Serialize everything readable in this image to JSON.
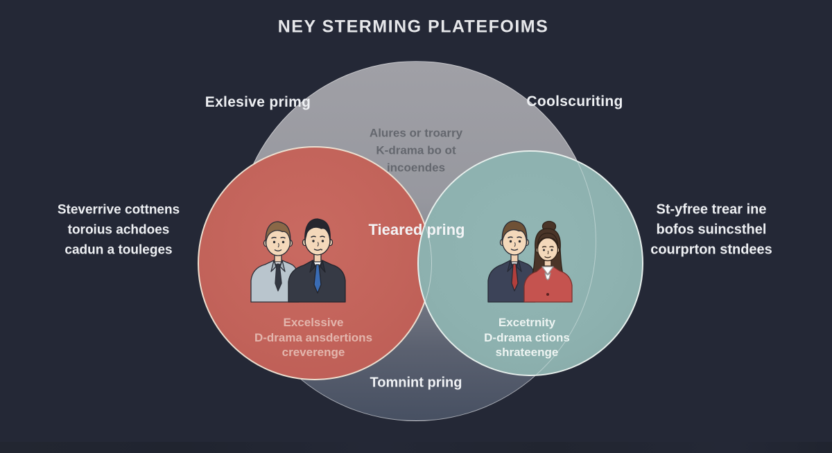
{
  "title": "NEY STERMING PLATEFOIMS",
  "colors": {
    "background": "#242836",
    "circle_gray_top": "#9b9ca2",
    "circle_gray_bottom": "#475062",
    "circle_red": "#c2635a",
    "circle_teal": "#8db1af",
    "text_light": "#eef0f3",
    "text_gray_dark": "#64676e",
    "text_red_muted": "#e3b6ad"
  },
  "labels": {
    "top_left": "Exlesive primg",
    "top_right": "Coolscuriting",
    "center_overlap": "Tieared pring",
    "bottom_overlap": "Tomnint pring"
  },
  "side_notes": {
    "left": [
      "Steverrive cottnens",
      "toroius achdoes",
      "cadun a touleges"
    ],
    "right": [
      "St-yfree trear ine",
      "bofos suincsthel",
      "courprton stndees"
    ]
  },
  "circles": {
    "gray": {
      "lines": [
        "Alures or troarry",
        "K-drama bo ot",
        "incoendes"
      ]
    },
    "red": {
      "caption": [
        "Excelssive",
        "D-drama ansdertions",
        "creverenge"
      ],
      "figures": "two-businessmen-illustration"
    },
    "teal": {
      "caption": [
        "Excetrnity",
        "D-drama ctions",
        "shrateenge"
      ],
      "figures": "businessman-and-businesswoman-illustration"
    }
  }
}
